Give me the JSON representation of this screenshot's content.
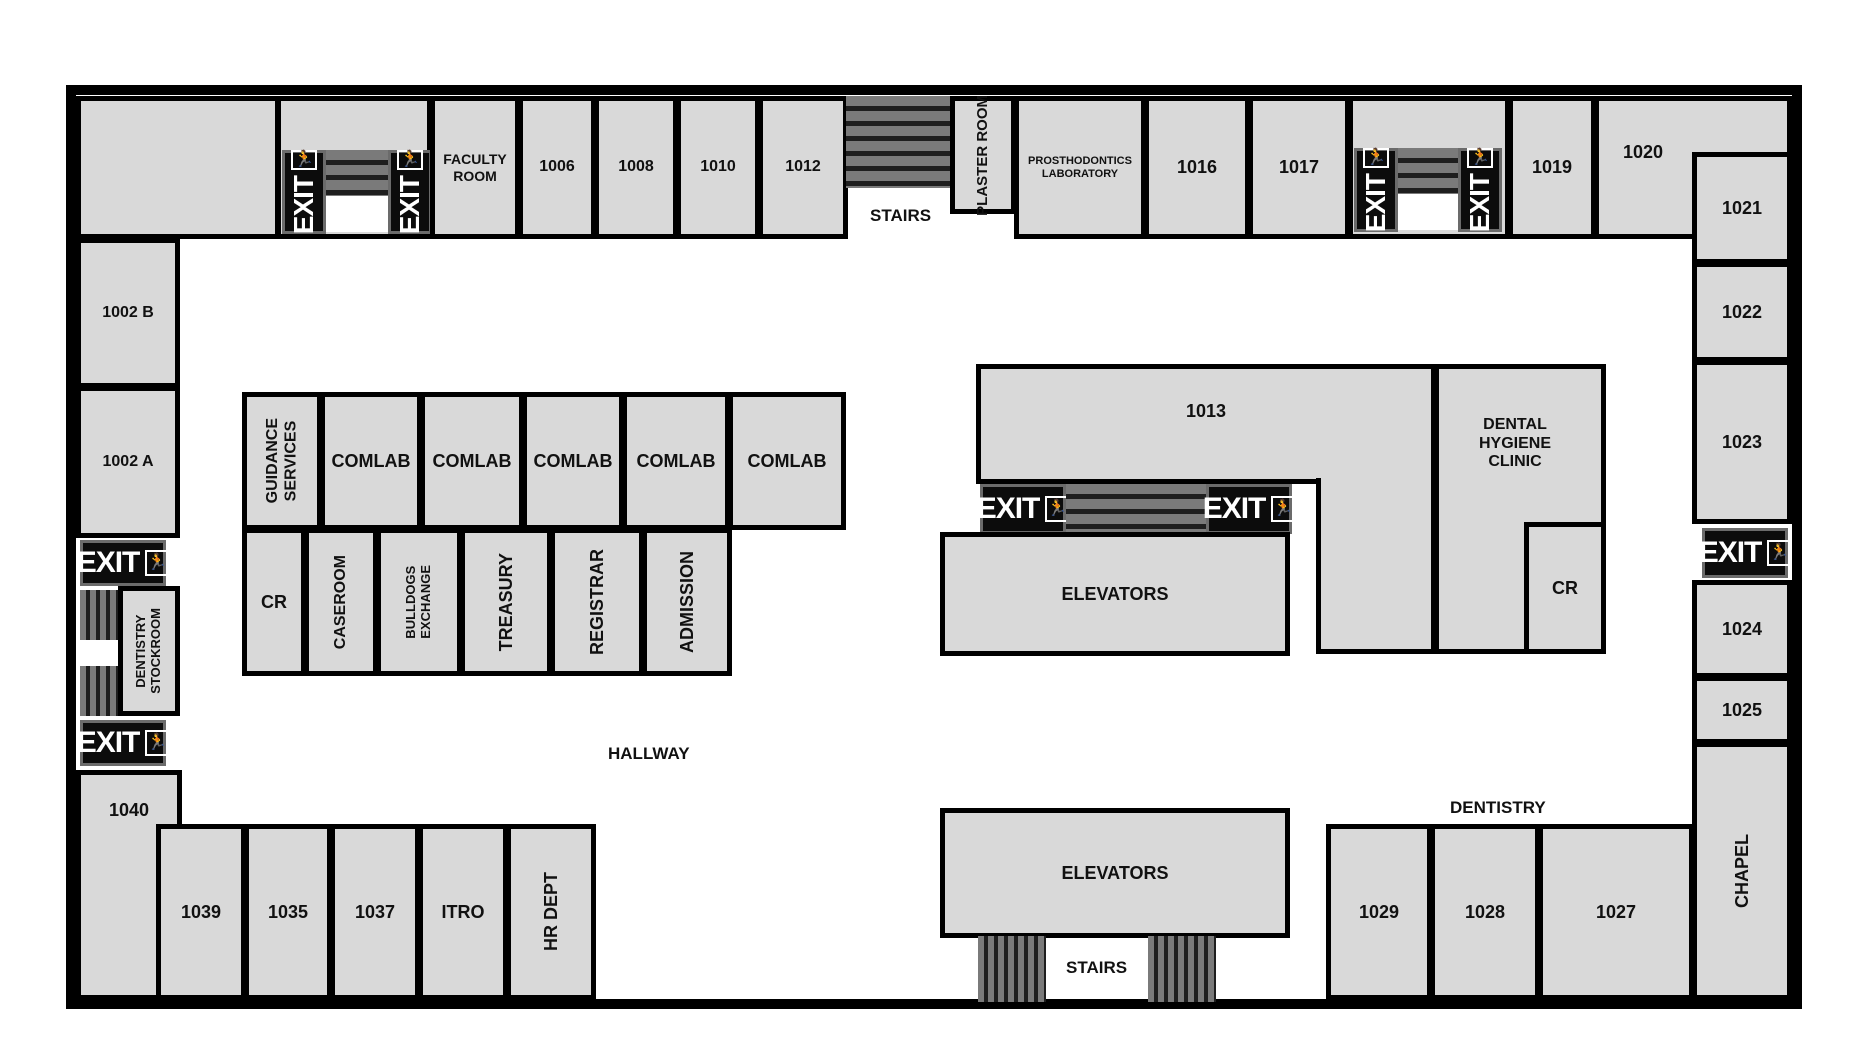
{
  "rooms": {
    "faculty_room": "FACULTY\nROOM",
    "r1006": "1006",
    "r1008": "1008",
    "r1010": "1010",
    "r1012": "1012",
    "plaster_room": "PLASTER ROOM",
    "prosthodontics": "PROSTHODONTICS\nLABORATORY",
    "r1016": "1016",
    "r1017": "1017",
    "r1019": "1019",
    "r1020": "1020",
    "r1021": "1021",
    "r1022": "1022",
    "r1023": "1023",
    "r1024": "1024",
    "r1025": "1025",
    "chapel": "CHAPEL",
    "r1002b": "1002 B",
    "r1002a": "1002 A",
    "dentistry_stockroom": "DENTISTRY\nSTOCKROOM",
    "r1040": "1040",
    "r1039": "1039",
    "r1035": "1035",
    "r1037": "1037",
    "itro": "ITRO",
    "hr_dept": "HR DEPT",
    "guidance_services": "GUIDANCE\nSERVICES",
    "comlab": "COMLAB",
    "cr": "CR",
    "caseroom": "CASEROOM",
    "bulldogs_exchange": "BULLDOGS\nEXCHANGE",
    "treasury": "TREASURY",
    "registrar": "REGISTRAR",
    "admission": "ADMISSION",
    "r1013": "1013",
    "dental_hygiene": "DENTAL\nHYGIENE\nCLINIC",
    "elevators": "ELEVATORS",
    "r1029": "1029",
    "r1028": "1028",
    "r1027": "1027"
  },
  "labels": {
    "stairs": "STAIRS",
    "hallway": "HALLWAY",
    "dentistry": "DENTISTRY",
    "exit": "EXIT",
    "exit_icon": "running-person-icon"
  },
  "colors": {
    "room_fill": "#d9d9d9",
    "wall": "#000000",
    "exit_bg": "#0c0c0c"
  }
}
